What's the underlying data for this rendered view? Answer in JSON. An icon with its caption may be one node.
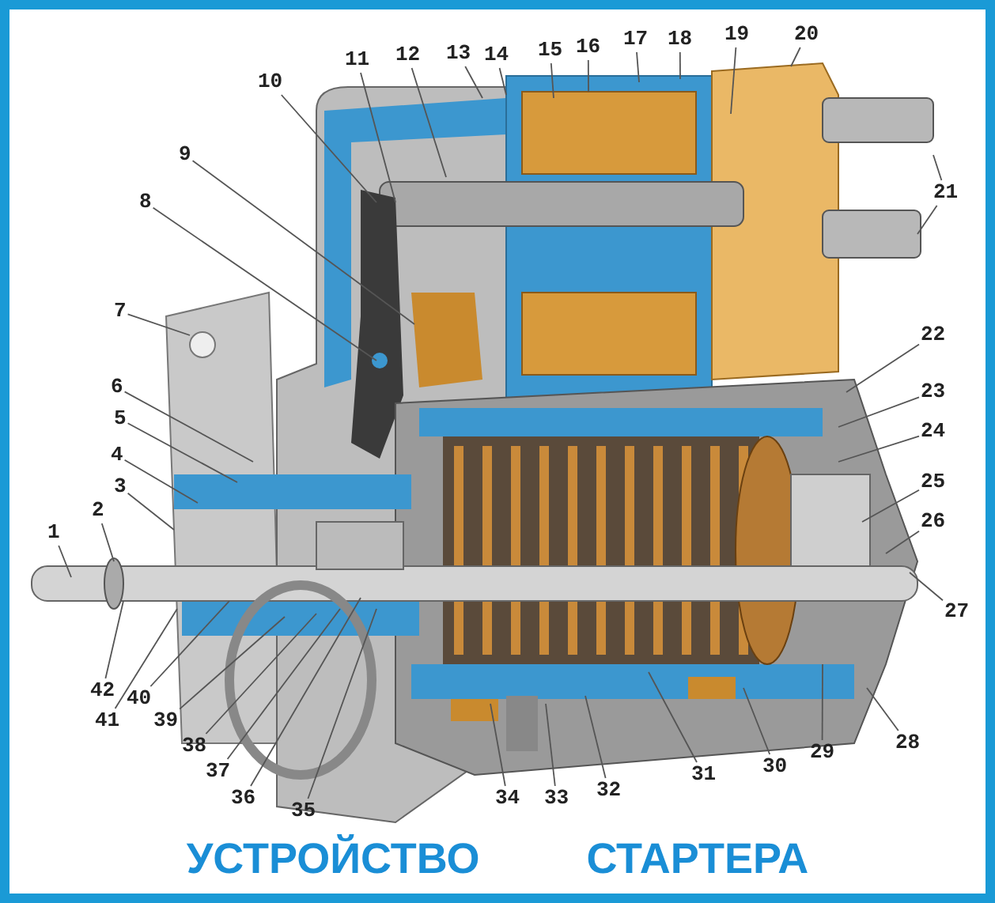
{
  "diagram": {
    "title": "УСТРОЙСТВО СТАРТЕРА",
    "nodes": [
      {
        "text": [
          "1"
        ]
      },
      {
        "text": [
          "2"
        ]
      },
      {
        "text": [
          "3"
        ]
      },
      {
        "text": [
          "4"
        ]
      },
      {
        "text": [
          "5"
        ]
      },
      {
        "text": [
          "6"
        ]
      },
      {
        "text": [
          "7"
        ]
      },
      {
        "text": [
          "8"
        ]
      },
      {
        "text": [
          "9"
        ]
      },
      {
        "text": [
          "10"
        ]
      },
      {
        "text": [
          "11"
        ]
      },
      {
        "text": [
          "12"
        ]
      },
      {
        "text": [
          "13"
        ]
      },
      {
        "text": [
          "14"
        ]
      },
      {
        "text": [
          "15"
        ]
      },
      {
        "text": [
          "16"
        ]
      },
      {
        "text": [
          "17"
        ]
      },
      {
        "text": [
          "18"
        ]
      },
      {
        "text": [
          "19"
        ]
      },
      {
        "text": [
          "20"
        ]
      },
      {
        "text": [
          "21"
        ]
      },
      {
        "text": [
          "22"
        ]
      },
      {
        "text": [
          "23"
        ]
      },
      {
        "text": [
          "24"
        ]
      },
      {
        "text": [
          "25"
        ]
      },
      {
        "text": [
          "26"
        ]
      },
      {
        "text": [
          "27"
        ]
      },
      {
        "text": [
          "28"
        ]
      },
      {
        "text": [
          "29"
        ]
      },
      {
        "text": [
          "30"
        ]
      },
      {
        "text": [
          "31"
        ]
      },
      {
        "text": [
          "32"
        ]
      },
      {
        "text": [
          "33"
        ]
      },
      {
        "text": [
          "34"
        ]
      },
      {
        "text": [
          "35"
        ]
      },
      {
        "text": [
          "36"
        ]
      },
      {
        "text": [
          "37"
        ]
      },
      {
        "text": [
          "38"
        ]
      },
      {
        "text": [
          "39"
        ]
      },
      {
        "text": [
          "40"
        ]
      },
      {
        "text": [
          "41"
        ]
      },
      {
        "text": [
          "42"
        ]
      }
    ],
    "edges": [
      {
        "from": 0,
        "to": null,
        "arrow": "none"
      },
      {
        "from": 1,
        "to": null,
        "arrow": "none"
      },
      {
        "from": 2,
        "to": null,
        "arrow": "none"
      },
      {
        "from": 3,
        "to": null,
        "arrow": "none"
      },
      {
        "from": 4,
        "to": null,
        "arrow": "none"
      },
      {
        "from": 5,
        "to": null,
        "arrow": "none"
      },
      {
        "from": 6,
        "to": null,
        "arrow": "none"
      },
      {
        "from": 7,
        "to": null,
        "arrow": "none"
      },
      {
        "from": 8,
        "to": null,
        "arrow": "none"
      },
      {
        "from": 9,
        "to": null,
        "arrow": "none"
      },
      {
        "from": 10,
        "to": null,
        "arrow": "none"
      },
      {
        "from": 11,
        "to": null,
        "arrow": "none"
      },
      {
        "from": 12,
        "to": null,
        "arrow": "none"
      },
      {
        "from": 13,
        "to": null,
        "arrow": "none"
      },
      {
        "from": 14,
        "to": null,
        "arrow": "none"
      },
      {
        "from": 15,
        "to": null,
        "arrow": "none"
      },
      {
        "from": 16,
        "to": null,
        "arrow": "none"
      },
      {
        "from": 17,
        "to": null,
        "arrow": "none"
      },
      {
        "from": 18,
        "to": null,
        "arrow": "none"
      },
      {
        "from": 19,
        "to": null,
        "arrow": "none"
      },
      {
        "from": 20,
        "to": null,
        "arrow": "none"
      },
      {
        "from": 20,
        "to": null,
        "arrow": "none"
      },
      {
        "from": 21,
        "to": null,
        "arrow": "none"
      },
      {
        "from": 22,
        "to": null,
        "arrow": "none"
      },
      {
        "from": 23,
        "to": null,
        "arrow": "none"
      },
      {
        "from": 24,
        "to": null,
        "arrow": "none"
      },
      {
        "from": 25,
        "to": null,
        "arrow": "none"
      },
      {
        "from": 26,
        "to": null,
        "arrow": "none"
      },
      {
        "from": 27,
        "to": null,
        "arrow": "none"
      },
      {
        "from": 28,
        "to": null,
        "arrow": "none"
      },
      {
        "from": 29,
        "to": null,
        "arrow": "none"
      },
      {
        "from": 30,
        "to": null,
        "arrow": "none"
      },
      {
        "from": 31,
        "to": null,
        "arrow": "none"
      },
      {
        "from": 32,
        "to": null,
        "arrow": "none"
      },
      {
        "from": 33,
        "to": null,
        "arrow": "none"
      },
      {
        "from": 34,
        "to": null,
        "arrow": "none"
      },
      {
        "from": 35,
        "to": null,
        "arrow": "none"
      },
      {
        "from": 36,
        "to": null,
        "arrow": "none"
      },
      {
        "from": 37,
        "to": null,
        "arrow": "none"
      },
      {
        "from": 38,
        "to": null,
        "arrow": "none"
      },
      {
        "from": 39,
        "to": null,
        "arrow": "none"
      },
      {
        "from": 40,
        "to": null,
        "arrow": "none"
      },
      {
        "from": 41,
        "to": null,
        "arrow": "none"
      }
    ]
  }
}
